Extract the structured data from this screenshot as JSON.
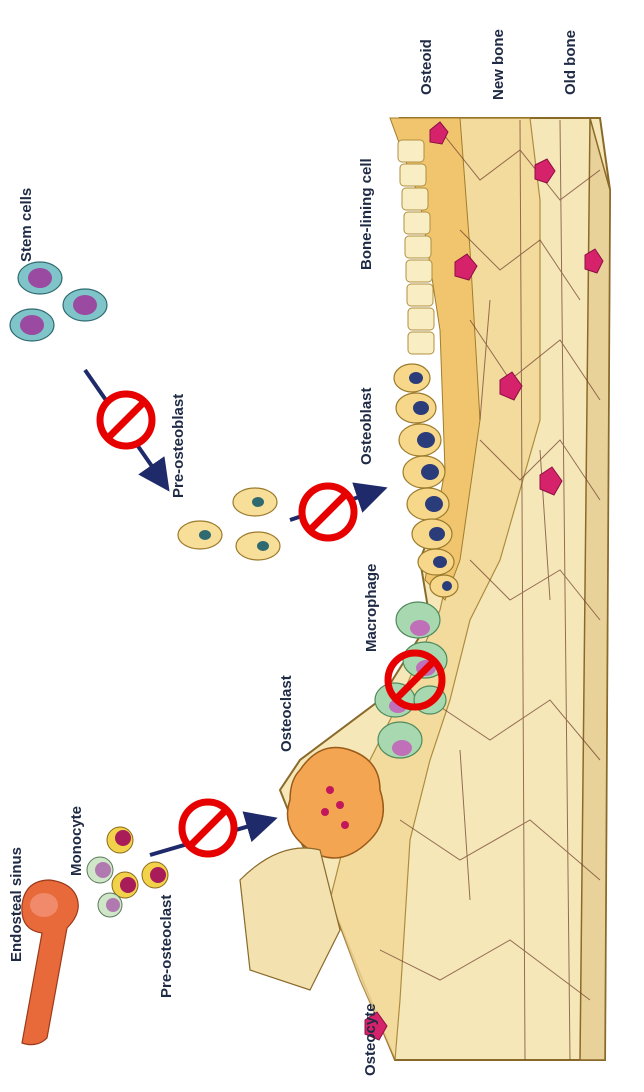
{
  "labels": {
    "stem_cells": "Stem cells",
    "pre_osteoblast": "Pre-osteoblast",
    "osteoblast": "Osteoblast",
    "bone_lining_cell": "Bone-lining cell",
    "osteoid": "Osteoid",
    "new_bone": "New bone",
    "old_bone": "Old bone",
    "macrophage": "Macrophage",
    "osteoclast": "Osteoclast",
    "monocyte": "Monocyte",
    "endosteal_sinus": "Endosteal sinus",
    "pre_osteoclast": "Pre-osteoclast",
    "osteocyte": "Osteocyte"
  },
  "colors": {
    "label_text": "#1f2a44",
    "arrow": "#1f2a6b",
    "block_sign": "#e60000",
    "bone_old": "#f6e7b8",
    "bone_new": "#f3d99a",
    "osteoid": "#f0c56e",
    "osteocyte": "#d6226b",
    "stem_cell": "#7fc4c8",
    "pre_osteoblast": "#f7df9a",
    "macrophage": "#a8d8b0",
    "osteoclast": "#f4a552",
    "sinus": "#e86a3a"
  }
}
